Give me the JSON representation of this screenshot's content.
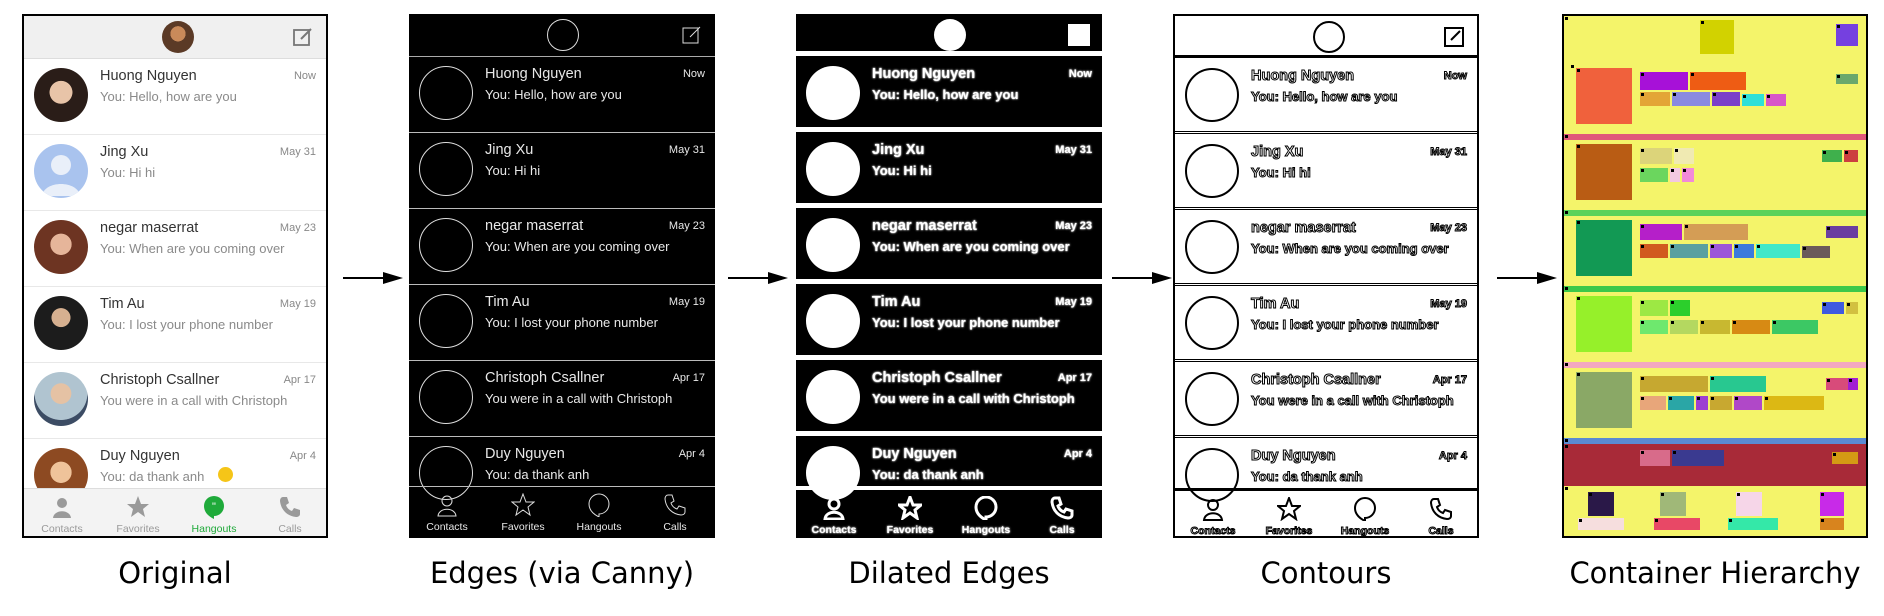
{
  "captions": {
    "original": "Original",
    "edges": "Edges (via Canny)",
    "dilated": "Dilated Edges",
    "contours": "Contours",
    "hierarchy": "Container Hierarchy"
  },
  "app": {
    "conversations": [
      {
        "name": "Huong Nguyen",
        "date": "Now",
        "message": "You: Hello, how are you",
        "avatar_color": "#3b2a24"
      },
      {
        "name": "Jing Xu",
        "date": "May 31",
        "message": "You: Hi hi",
        "avatar_color": "#9db7e6"
      },
      {
        "name": "negar maserrat",
        "date": "May 23",
        "message": "You: When are you coming over",
        "avatar_color": "#7a4030"
      },
      {
        "name": "Tim Au",
        "date": "May 19",
        "message": "You: I lost your phone number",
        "avatar_color": "#1e1e1e"
      },
      {
        "name": "Christoph Csallner",
        "date": "Apr 17",
        "message": "You were in a call with Christoph",
        "avatar_color": "#b9c8d2"
      },
      {
        "name": "Duy Nguyen",
        "date": "Apr 4",
        "message": "You: da thank anh",
        "avatar_color": "#a0522d"
      }
    ],
    "tabs": [
      {
        "label": "Contacts",
        "icon": "person-icon"
      },
      {
        "label": "Favorites",
        "icon": "star-icon"
      },
      {
        "label": "Hangouts",
        "icon": "hangouts-icon"
      },
      {
        "label": "Calls",
        "icon": "phone-icon"
      }
    ],
    "active_tab": "Hangouts",
    "accent_color": "#1faa3a"
  },
  "colors": {
    "hierarchy_background": "#f4f46a",
    "arrow": "#000000"
  }
}
